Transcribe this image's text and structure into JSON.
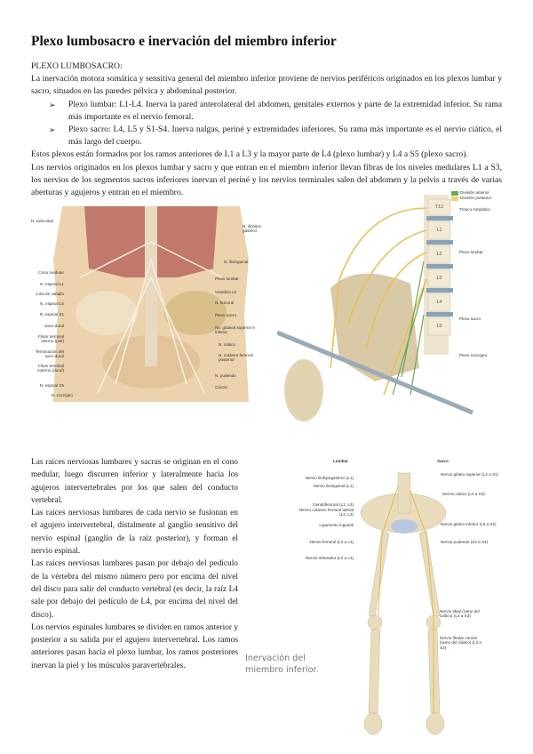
{
  "title": "Plexo lumbosacro e inervación del miembro inferior",
  "intro": {
    "heading": "PLEXO LUMBOSACRO:",
    "p1": "La inervación motora somática y sensitiva general del miembro inferior proviene de nervios periféricos originados en los plexos lumbar y sacro, situados en las paredes pélvica y abdominal posterior.",
    "bullets": [
      "Plexo lumbar: L1-L4. Inerva la pared anterolateral del abdomen, genitales externos y parte de la extremidad inferior. Su rama más importante es el nervio femoral.",
      "Plexo sacro: L4, L5 y S1-S4. Inerva nalgas, periné y extremidades inferiores. Su rama más importante es el nervio ciático, el más largo del cuerpo."
    ],
    "bullet_marker": "➢",
    "p2": "Estos plexos están formados por los ramos anteriores de L1 a L3 y la mayor parte de L4 (plexo lumbar) y L4 a S5 (plexo sacro).",
    "p3": "Los nervios originados en los plexos lumbar y sacro y que entran en el miembro inferior llevan fibras de los niveles medulares L1 a S3, los nervios de los segmentos sacros inferiores inervan el periné y los nervios terminales salen del abdomen y la pelvis a través de varias aberturas y agujeros y entran en el miembro."
  },
  "figure1": {
    "left_labels": [
      "N. subcostal",
      "Cono medular",
      "N. espinal L1",
      "Cola de caballo",
      "N. espinal L5",
      "N. espinal S1",
      "Saco dural",
      "Filum terminal interno (pial)",
      "Terminación del saco dural",
      "Filum terminal externo (dural)",
      "N. espinal S5",
      "N. coccígeo"
    ],
    "right_labels": [
      "N. iliohipo-gástrico",
      "N. ilioinguinal",
      "Plexo lumbar",
      "Vértebra L5",
      "N. femoral",
      "Plexo sacro",
      "Nn. glúteos superior e inferior",
      "N. ciático",
      "N. cutáneo femoral posterior",
      "N. pudendo",
      "Cóccix"
    ]
  },
  "figure2": {
    "legend": [
      "División anterior",
      "División posterior"
    ],
    "legend_colors": [
      "#6aa84f",
      "#f1d27a"
    ],
    "right_labels": [
      "Tronco simpático",
      "Plexo lumbar",
      "Plexo sacro",
      "Plexo coccígeo"
    ],
    "vertebrae": [
      "T12",
      "L1",
      "L2",
      "L3",
      "L4",
      "L5"
    ]
  },
  "lower": {
    "paragraphs": [
      "Las raíces nerviosas lumbares y sacras se originan en el cono medular, luego discurren inferior y lateralmente hacia los agujeros intervertebrales por los que salen del conducto vertebral.",
      "Las raíces nerviosas lumbares de cada nervio se fusionan en el agujero intervertebral, distalmente al ganglio sensitivo del nervio espinal (ganglio de la raíz posterior), y forman el nervio espinal.",
      "Las raíces nerviosas lumbares pasan por debajo del pedículo de la vértebra del mismo número pero por encima del nivel del disco para salir del conducto vertebral (es decir, la raíz L4 sale por debajo del pedículo de L4, por encima del nivel del disco).",
      "Los nervios espinales lumbares se dividen en ramos anterior y posterior a su salida por el agujero intervertebral. Los ramos anteriores pasan hacia el plexo lumbar, los ramos posteriores inervan la piel y los músculos paravertebrales."
    ]
  },
  "figure3": {
    "col_left": "Lumbar",
    "col_right": "Sacro",
    "left_labels": [
      "Nervio iliohipogástrico (L1)",
      "Nervio ilioinguinal (L1)",
      "Genitofemoral (L1, L2)",
      "Nervio cutáneo femoral lateral (L2, L3)",
      "Ligamento inguinal",
      "Nervio femoral (L2 a L4)",
      "Nervio obturador (L2 a L4)"
    ],
    "right_labels": [
      "Nervio glúteo superior (L4 a S1)",
      "Nervio ciático (L4 a S3)",
      "Nervio glúteo inferior (L5 a S2)",
      "Nervio pudendo (S2 a S4)",
      "Nervio tibial (ramo del ciático) (L4 a S3)",
      "Nervio fibular común (ramo del ciático) (L4 a S2)"
    ],
    "caption": "Inervación del miembro inferior."
  }
}
